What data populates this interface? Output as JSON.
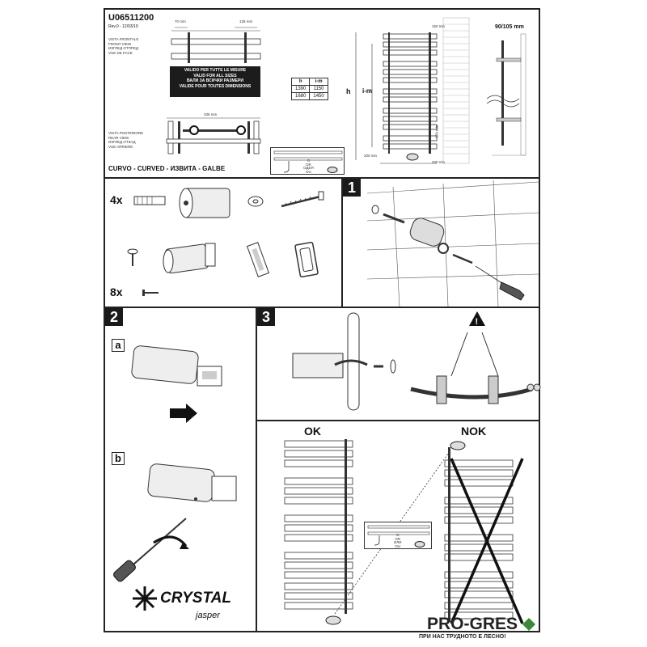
{
  "header": {
    "code": "U06511200",
    "revision": "Rev.0 - 12/03/19",
    "front_view": [
      "VISTA FRONTALE",
      "FRONT VIEW",
      "ИЗГЛЕД ОТПРЕД",
      "VUE DE FACE"
    ],
    "rear_view": [
      "VISTA POSTERIORE",
      "REAR VIEW",
      "ИЗГЛЕД ОТЗАД",
      "VUE ARRIERE"
    ],
    "valid_notice": [
      "VALIDO PER TUTTE LE MISURE",
      "VALID FOR ALL SIZES",
      "ВАЛИ ЗА ВСИЧКИ РАЗМЕРИ",
      "VALIDE POUR TOUTES DIMENSIONS"
    ],
    "curved_title": "CURVO - CURVED - ИЗВИТА - GALBE",
    "dim_70": "70 mm",
    "dim_135": "135 mm",
    "dim_335": "335 mm",
    "dim_150_top": "150 min",
    "dim_150_side": "150 min",
    "dim_200_left": "200 min",
    "dim_200_bottom": "200 min",
    "dim_wall": "90/105 mm",
    "h_label": "h",
    "im_label": "i-m",
    "valve_or": [
      "O",
      "OR",
      "ОДЕЯ",
      "OU"
    ]
  },
  "size_table": {
    "headers": [
      "h",
      "i-m"
    ],
    "rows": [
      [
        "1390",
        "1150"
      ],
      [
        "1680",
        "1450"
      ]
    ]
  },
  "kit": {
    "qty_4x": "4x",
    "qty_8x": "8x"
  },
  "steps": {
    "s1": "1",
    "s2": "2",
    "s3": "3",
    "a": "a",
    "b": "b"
  },
  "install": {
    "ok": "OK",
    "nok": "NOK",
    "valve_or": [
      "O",
      "OR",
      "ИЛИ",
      "OU"
    ]
  },
  "brand": {
    "crystal": "CRYSTAL",
    "jasper": "jasper",
    "progres": "PRO-GRES",
    "progres_tag": "ПРИ НАС ТРУДНОТО Е ЛЕСНО!"
  }
}
